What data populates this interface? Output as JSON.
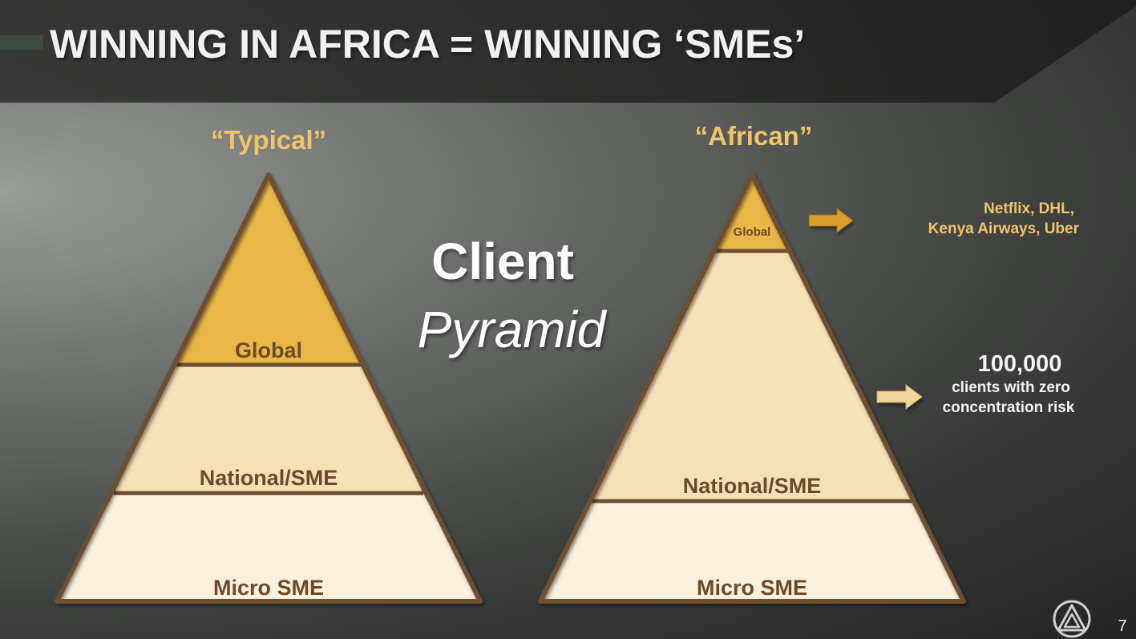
{
  "slide": {
    "title": "WINNING IN AFRICA = WINNING ‘SMEs’",
    "page_number": "7",
    "logo_icon": "triangle-monogram-icon"
  },
  "center_label": {
    "line1": "Client",
    "line2": "Pyramid"
  },
  "pyramids": {
    "typical": {
      "heading": "“Typical”",
      "tiers": [
        "Global",
        "National/SME",
        "Micro SME"
      ]
    },
    "african": {
      "heading": "“African”",
      "tiers": [
        "Global",
        "National/SME",
        "Micro SME"
      ]
    }
  },
  "callouts": {
    "global_examples": {
      "line1": "Netflix, DHL,",
      "line2": "Kenya Airways, Uber"
    },
    "sme_count": {
      "value": "100,000",
      "line1": "clients with zero",
      "line2": "concentration risk"
    }
  },
  "colors": {
    "global_tier": "#e9b748",
    "national_tier": "#f7e0b6",
    "micro_tier": "#fbf0dc",
    "outline": "#6e4f33",
    "accent": "#f0c469",
    "arrow_dark": "#d89e2c",
    "arrow_light": "#f2d59b"
  }
}
